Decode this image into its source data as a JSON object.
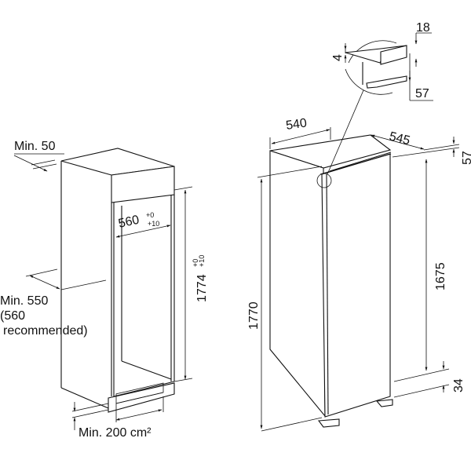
{
  "niche": {
    "min_top_gap": "Min. 50",
    "width_main": "560",
    "width_tol_upper": "+0",
    "width_tol_lower": "+10",
    "height_main": "1774",
    "height_tol_upper": "+0",
    "height_tol_lower": "+10",
    "depth_line1": "Min. 550",
    "depth_line2": "(560",
    "depth_line3": "recommended)",
    "ventilation": "Min. 200 cm²"
  },
  "appliance": {
    "width": "540",
    "depth": "545",
    "height_total": "1770",
    "height_door": "1675",
    "top_offset": "57",
    "bottom_offset": "34",
    "detail_18": "18",
    "detail_4": "4",
    "detail_57": "57"
  }
}
